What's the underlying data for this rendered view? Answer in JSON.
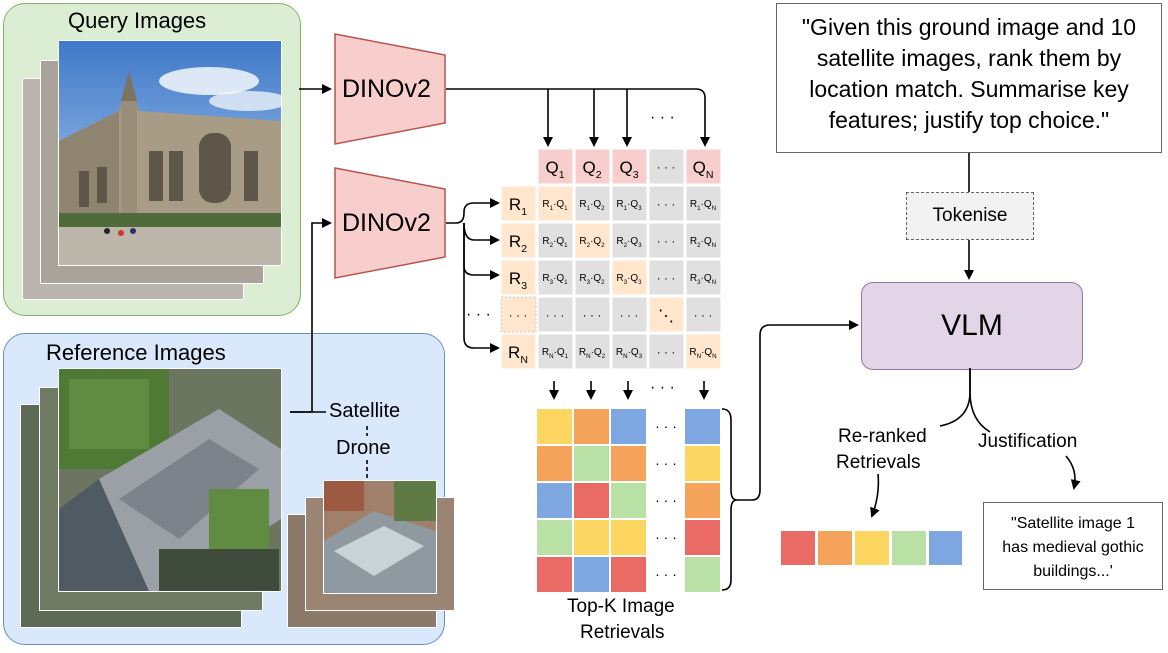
{
  "query_panel": {
    "title": "Query Images"
  },
  "reference_panel": {
    "title": "Reference Images"
  },
  "encoder_top": {
    "label": "DINOv2"
  },
  "encoder_bottom": {
    "label": "DINOv2"
  },
  "reference_types": {
    "satellite": "Satellite",
    "drone": "Drone"
  },
  "matrix": {
    "col_headers": [
      {
        "base": "Q",
        "sub": "1"
      },
      {
        "base": "Q",
        "sub": "2"
      },
      {
        "base": "Q",
        "sub": "3"
      },
      {
        "base": "Q",
        "sub": "N"
      }
    ],
    "row_headers": [
      {
        "base": "R",
        "sub": "1"
      },
      {
        "base": "R",
        "sub": "2"
      },
      {
        "base": "R",
        "sub": "3"
      },
      {
        "base": "R",
        "sub": "N"
      }
    ],
    "ellipsis": "· · ·",
    "diag_ellipsis": "⋱",
    "top_dots": "· · ·"
  },
  "topk": {
    "label_line1": "Top-K Image",
    "label_line2": "Retrievals"
  },
  "prompt_box": {
    "lines": [
      "\"Given this ground image and 10",
      "satellite images, rank them by",
      "location match. Summarise key",
      "features; justify top choice.\""
    ]
  },
  "tokenise": {
    "label": "Tokenise"
  },
  "vlm": {
    "label": "VLM"
  },
  "rerank": {
    "line1": "Re-ranked",
    "line2": "Retrievals"
  },
  "justification": {
    "label": "Justification"
  },
  "justification_box": {
    "lines": [
      "\"Satellite image 1",
      "has medieval gothic",
      "buildings...'"
    ]
  },
  "colors": {
    "query_bg": "#dbeed4",
    "query_border": "#82b366",
    "ref_bg": "#dae8fc",
    "ref_border": "#6c8ebf",
    "encoder": "#f8cecc",
    "encoder_border": "#b85450",
    "vlm_bg": "#e1d5e7",
    "vlm_border": "#9673a6",
    "q_header": "#f8cecc",
    "r_header": "#ffe6cc",
    "diag_cell": "#ffe6cc",
    "cell": "#e0e0e0",
    "red": "#ea6b66",
    "orange": "#f5a35b",
    "yellow": "#fdd662",
    "green": "#b9e0a5",
    "blue": "#7ea6e0"
  },
  "topk_grid": [
    [
      "yellow",
      "orange",
      "blue",
      "blue"
    ],
    [
      "orange",
      "green",
      "orange",
      "yellow"
    ],
    [
      "blue",
      "red",
      "green",
      "orange"
    ],
    [
      "green",
      "yellow",
      "yellow",
      "red"
    ],
    [
      "red",
      "blue",
      "red",
      "green"
    ]
  ],
  "reranked": [
    "red",
    "orange",
    "yellow",
    "green",
    "blue"
  ]
}
